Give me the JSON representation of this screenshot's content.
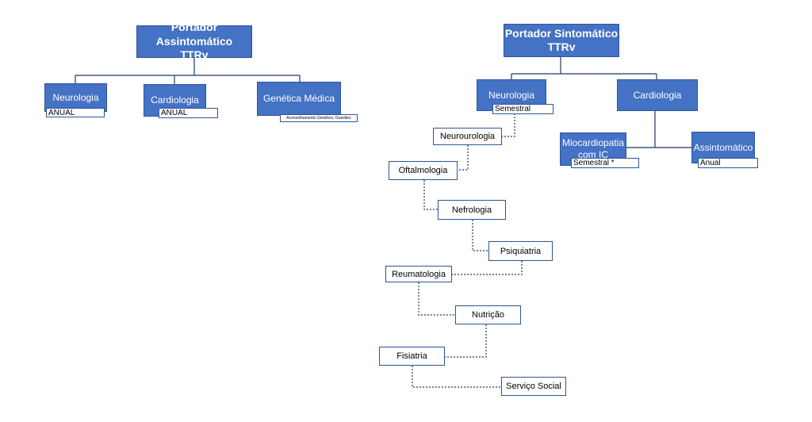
{
  "asymptomatic": {
    "title_line1": "Portador Assintomático",
    "title_line2": "TTRv",
    "neurology": {
      "label": "Neurologia",
      "frequency": "ANUAL"
    },
    "cardiology": {
      "label": "Cardiologia",
      "frequency": "ANUAL"
    },
    "genetics": {
      "label": "Genética Médica",
      "note": "Aconselhamento Genético; Gravidez"
    }
  },
  "symptomatic": {
    "title_line1": "Portador Sintomático",
    "title_line2": "TTRv",
    "neurology": {
      "label": "Neurologia",
      "frequency": "Semestral"
    },
    "cardiology": {
      "label": "Cardiologia"
    },
    "cardiomyopathy": {
      "label_line1": "Miocardiopatia",
      "label_line2": "com IC",
      "frequency": "Semestral *"
    },
    "asymptomatic": {
      "label": "Assintomático",
      "frequency": "Anual"
    },
    "specialties": [
      "Neurourologia",
      "Oftalmologia",
      "Nefrologia",
      "Psiquiatria",
      "Reumatologia",
      "Nutrição",
      "Fisiatria",
      "Serviço Social"
    ]
  },
  "colors": {
    "box_fill": "#4472c4",
    "box_border": "#2f5597",
    "connector": "#1f3864"
  }
}
